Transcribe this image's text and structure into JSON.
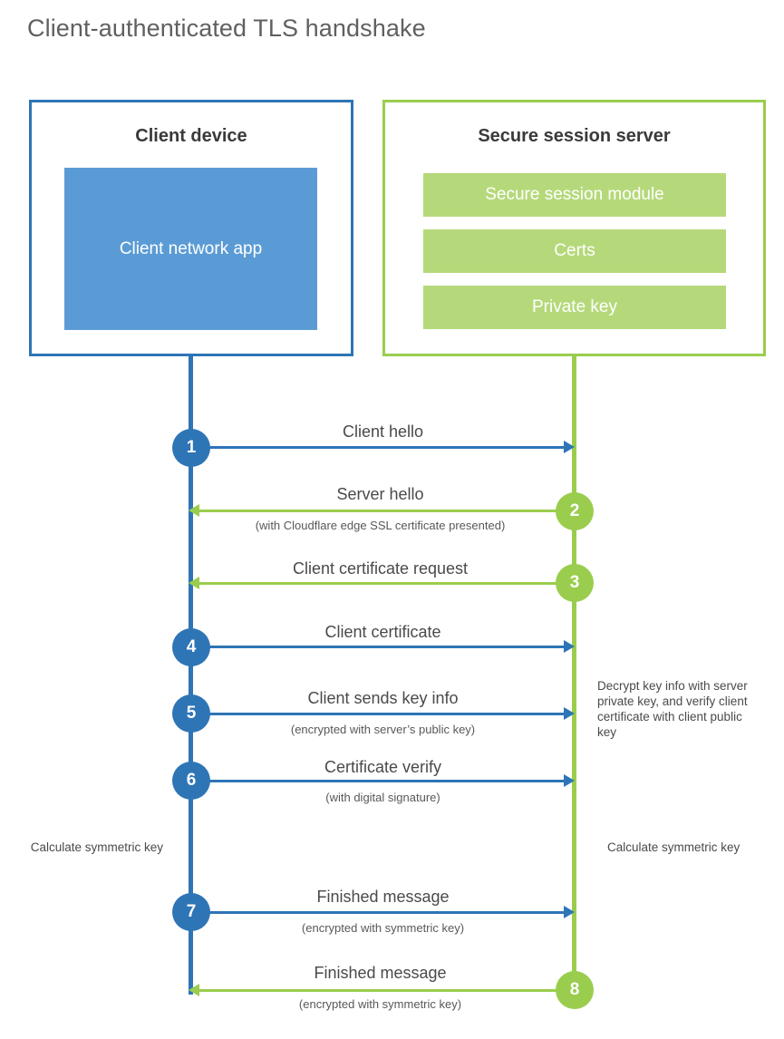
{
  "diagram": {
    "title": "Client-authenticated TLS handshake",
    "colors": {
      "client_blue": "#2E75B6",
      "client_app_fill": "#5B9BD5",
      "server_green": "#9ACD4E",
      "server_bar_fill": "#B5D97A",
      "text_gray": "#4A4A4C",
      "title_gray": "#606062"
    }
  },
  "parties": {
    "client": {
      "title": "Client device",
      "blocks": [
        {
          "label": "Client network app"
        }
      ]
    },
    "server": {
      "title": "Secure session server",
      "blocks": [
        {
          "label": "Secure session module"
        },
        {
          "label": "Certs"
        },
        {
          "label": "Private key"
        }
      ]
    }
  },
  "steps": [
    {
      "number": "1",
      "direction": "client-to-server",
      "color": "blue",
      "primary": "Client hello",
      "sub": ""
    },
    {
      "number": "2",
      "direction": "server-to-client",
      "color": "green",
      "primary": "Server hello",
      "sub": "(with Cloudflare edge SSL certificate presented)"
    },
    {
      "number": "3",
      "direction": "server-to-client",
      "color": "green",
      "primary": "Client certificate request",
      "sub": ""
    },
    {
      "number": "4",
      "direction": "client-to-server",
      "color": "blue",
      "primary": "Client certificate",
      "sub": ""
    },
    {
      "number": "5",
      "direction": "client-to-server",
      "color": "blue",
      "primary": "Client sends key info",
      "sub": "(encrypted with server’s public key)"
    },
    {
      "number": "6",
      "direction": "client-to-server",
      "color": "blue",
      "primary": "Certificate verify",
      "sub": "(with digital signature)"
    },
    {
      "number": "7",
      "direction": "client-to-server",
      "color": "blue",
      "primary": "Finished message",
      "sub": "(encrypted with symmetric key)"
    },
    {
      "number": "8",
      "direction": "server-to-client",
      "color": "green",
      "primary": "Finished message",
      "sub": "(encrypted with symmetric key)"
    }
  ],
  "notes": {
    "server_decrypt": "Decrypt key info with server private key, and verify client certificate with client public key",
    "client_calculate": "Calculate symmetric key",
    "server_calculate": "Calculate symmetric key"
  }
}
